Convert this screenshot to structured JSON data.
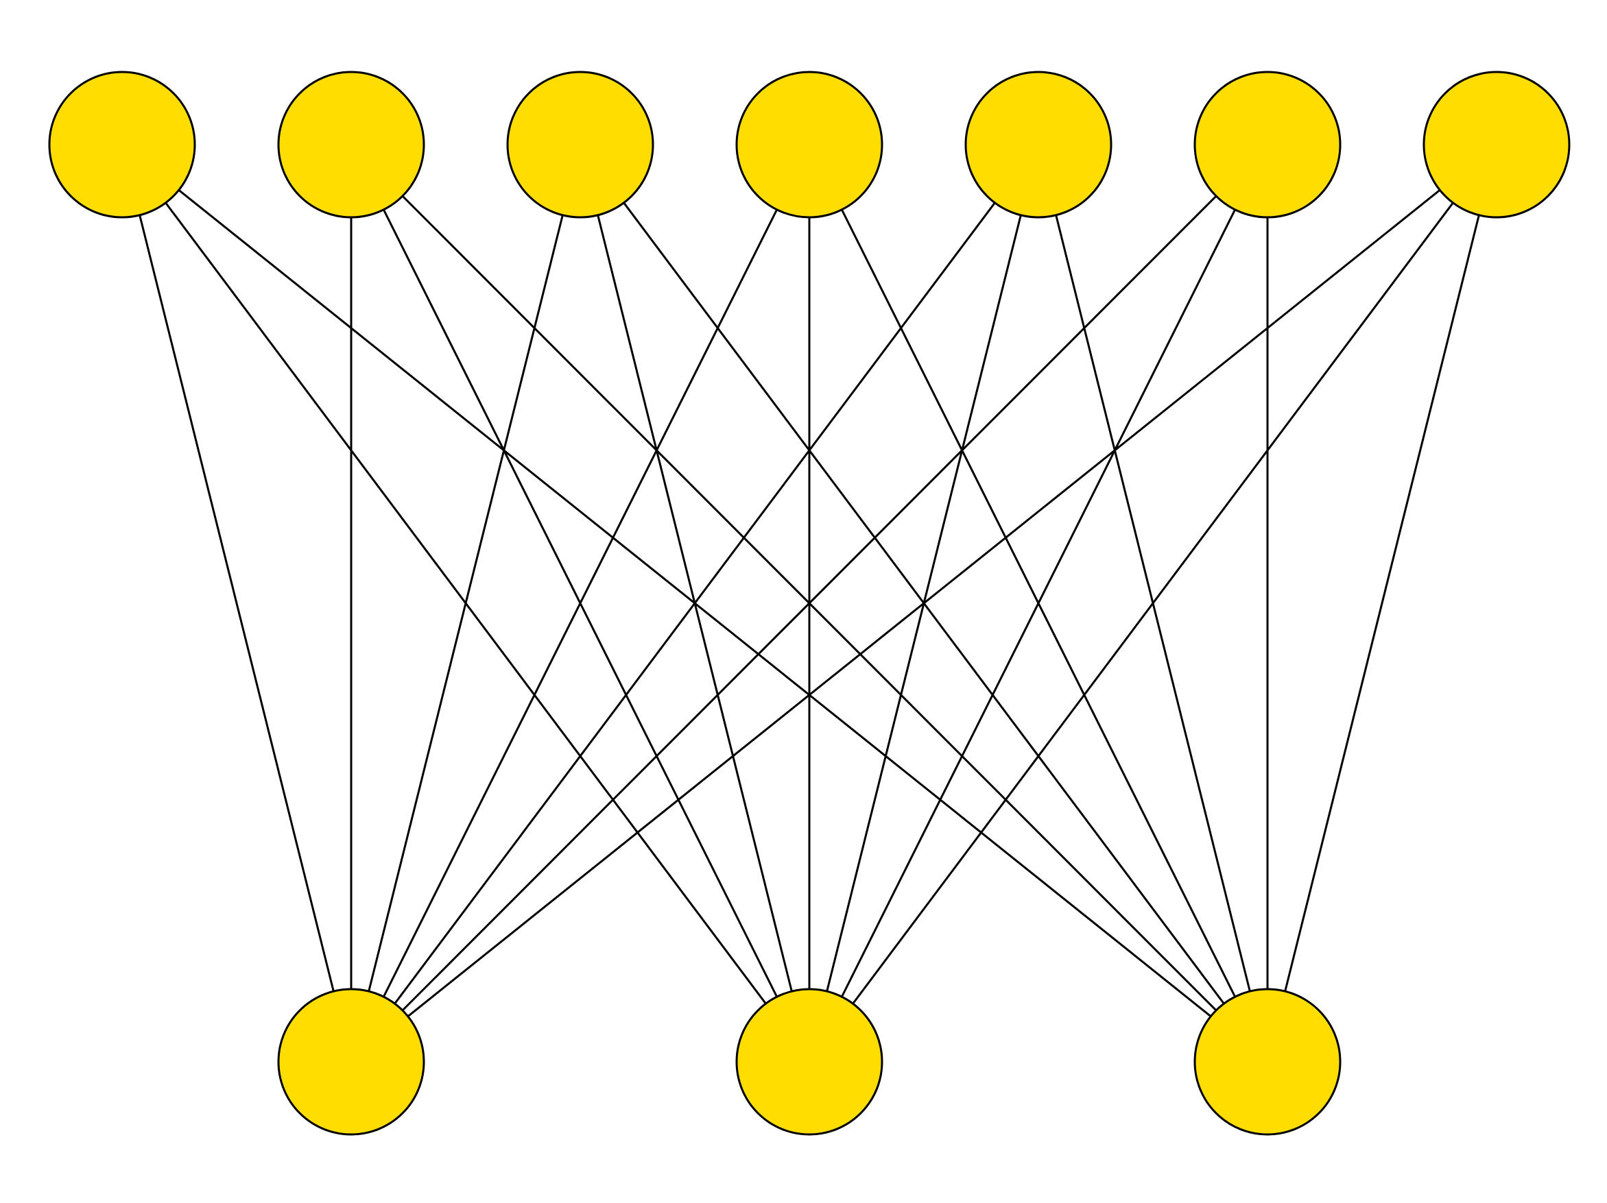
{
  "graph": {
    "type": "complete-bipartite",
    "top_node_count": 7,
    "bottom_node_count": 3,
    "node_color": "#FFDD00",
    "edge_color": "#000000",
    "outline_color": "#000000",
    "edges": [
      [
        0,
        0
      ],
      [
        0,
        1
      ],
      [
        0,
        2
      ],
      [
        1,
        0
      ],
      [
        1,
        1
      ],
      [
        1,
        2
      ],
      [
        2,
        0
      ],
      [
        2,
        1
      ],
      [
        2,
        2
      ],
      [
        3,
        0
      ],
      [
        3,
        1
      ],
      [
        3,
        2
      ],
      [
        4,
        0
      ],
      [
        4,
        1
      ],
      [
        4,
        2
      ],
      [
        5,
        0
      ],
      [
        5,
        1
      ],
      [
        5,
        2
      ],
      [
        6,
        0
      ],
      [
        6,
        1
      ],
      [
        6,
        2
      ]
    ]
  }
}
